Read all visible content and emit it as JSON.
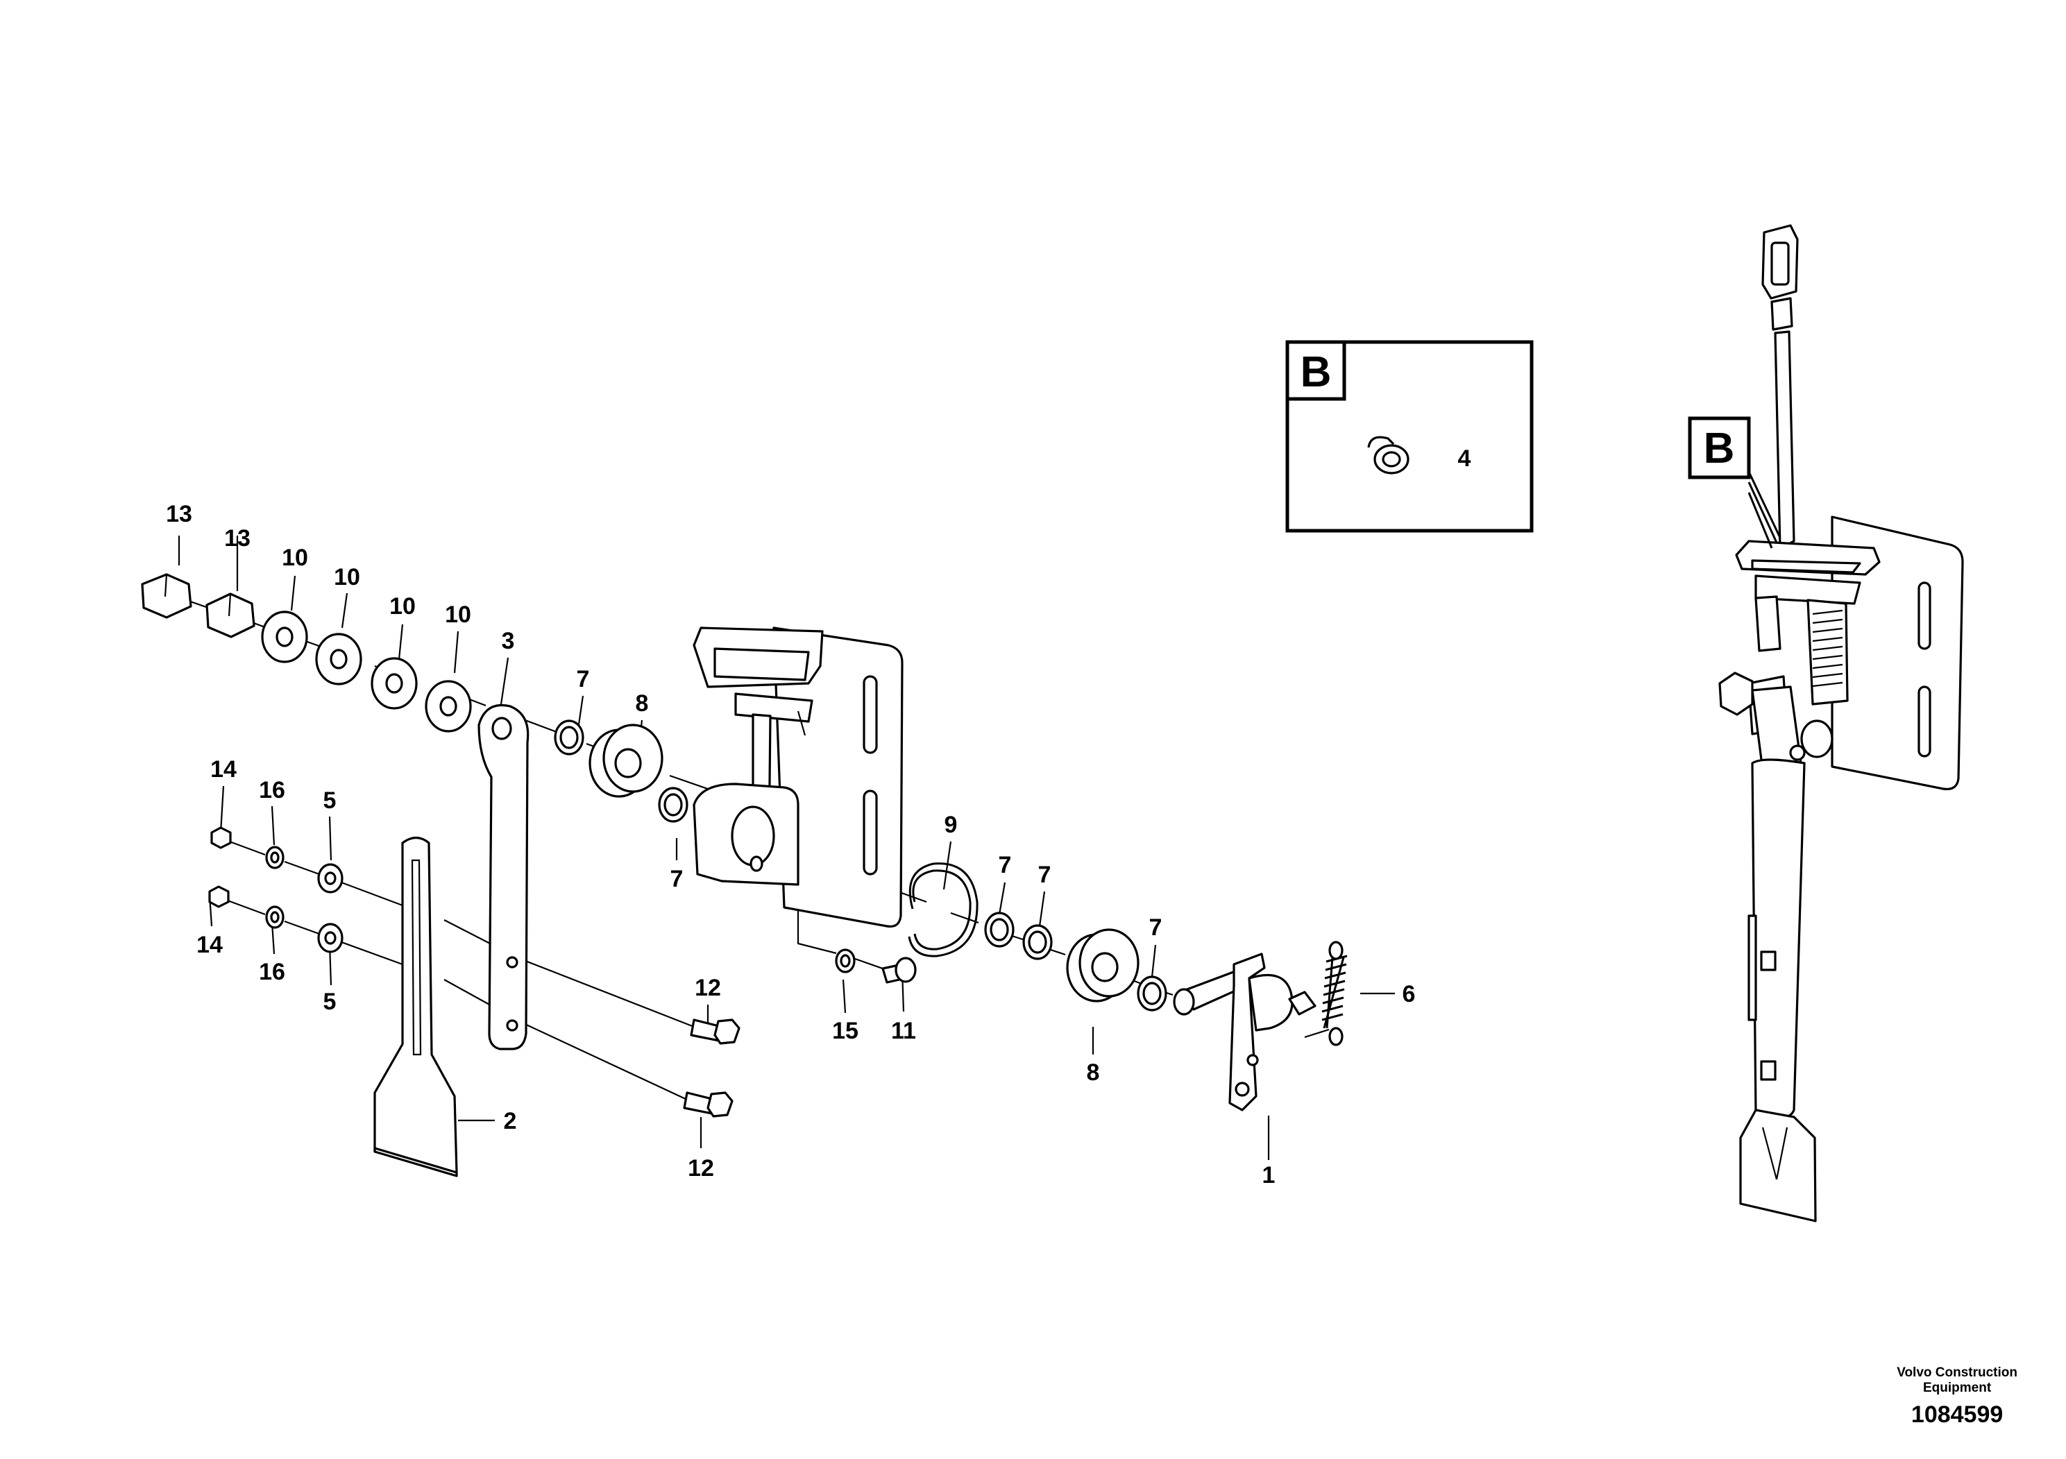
{
  "callouts": {
    "c1": "1",
    "c2": "2",
    "c3": "3",
    "c4": "4",
    "c5a": "5",
    "c5b": "5",
    "c6": "6",
    "c7a": "7",
    "c7b": "7",
    "c7c": "7",
    "c7d": "7",
    "c7e": "7",
    "c8a": "8",
    "c8b": "8",
    "c9": "9",
    "c10a": "10",
    "c10b": "10",
    "c10c": "10",
    "c10d": "10",
    "c11": "11",
    "c12a": "12",
    "c12b": "12",
    "c13a": "13",
    "c13b": "13",
    "c14a": "14",
    "c14b": "14",
    "c15": "15",
    "c16a": "16",
    "c16b": "16"
  },
  "detail": {
    "inset_label": "B",
    "main_label": "B"
  },
  "footer": {
    "company_line1": "Volvo Construction",
    "company_line2": "Equipment",
    "drawing_number": "1084599"
  }
}
